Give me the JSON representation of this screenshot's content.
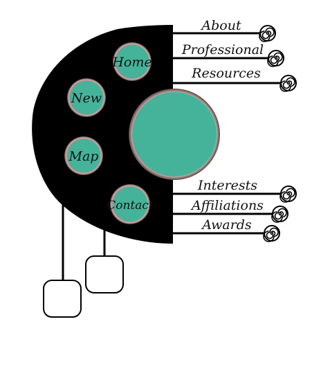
{
  "colors": {
    "teal": "#45b39a",
    "panel": "#000000",
    "ring": "#a8908c",
    "line": "#000000",
    "box_fill": "#ffffff"
  },
  "nav_buttons": {
    "home": "Home",
    "new": "New",
    "map": "Map",
    "contact": "Contact"
  },
  "top_links": {
    "about": "About",
    "professional": "Professional",
    "resources": "Resources"
  },
  "bottom_links": {
    "interests": "Interests",
    "affiliations": "Affiliations",
    "awards": "Awards"
  },
  "icons": {
    "link_end": "spiral-icon"
  }
}
